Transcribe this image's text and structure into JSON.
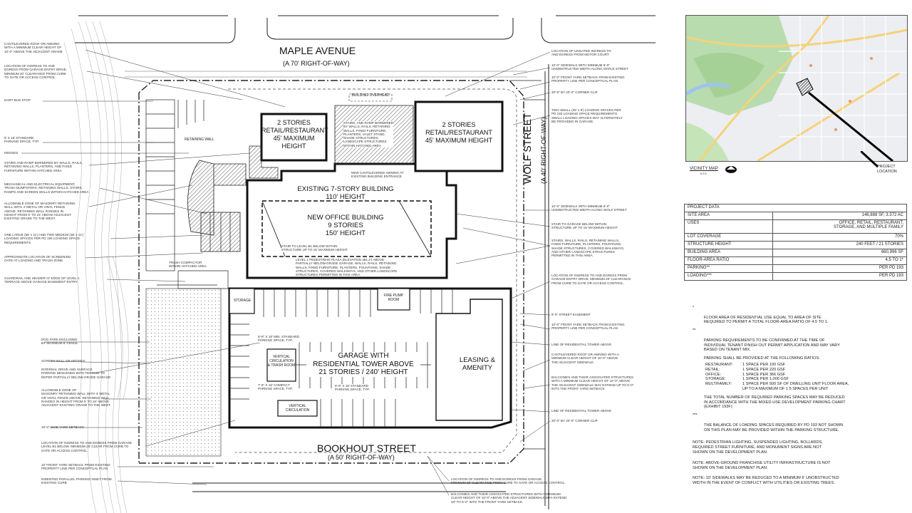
{
  "streets": {
    "maple_name": "MAPLE AVENUE",
    "maple_row": "(A 70' RIGHT-OF-WAY)",
    "wolf_name": "WOLF STREET",
    "wolf_row": "(A 40' RIGHT-OF-WAY)",
    "bookhout_name": "BOOKHOUT STREET",
    "bookhout_row": "(A 50' RIGHT-OF-WAY)"
  },
  "buildings": {
    "retail_west": "2 STORIES\nRETAIL/RESTAURANT\n45' MAXIMUM\nHEIGHT",
    "retail_east": "2 STORIES\nRETAIL/RESTAURANT\n45' MAXIMUM HEIGHT",
    "existing": "EXISTING 7-STORY BUILDING\n110' HEIGHT",
    "office": "NEW OFFICE BUILDING\n9 STORIES\n150' HEIGHT",
    "garage": "GARAGE WITH\nRESIDENTIAL TOWER ABOVE\n21 STORIES / 240' HEIGHT",
    "leasing": "LEASING &\nAMENITY",
    "storage": "STORAGE",
    "fire_pump": "FIRE PUMP\nROOM",
    "vert_circ_trash": "VERTICAL\nCIRCULATION\n& TRASH ROOM",
    "vert_circ": "VERTICAL\nCIRCULATION",
    "overhead": "BUILDING OVERHEAD",
    "retaining_wall": "RETAINING WALL",
    "hatch_note": "STAIRS, AND RAMP BORDERED\nBY WALLS, RAILS, RETAINING\nWALLS, FIXED FURNITURE,\nPLANTERS, VALET STAND,\nSHADE STRUCTURES,\nLANDSCAPE STRUCTURES\nWITHIN HATCHED AREA",
    "awning": "NEW CANTILEVERED AWNING AT\nEXISTING BUILDING ENTRANCE",
    "std_space": "8'-6\" X 18' MIN. STANDARD\nPARKING SPACE, TYP.",
    "compact": "7'-6\" X 16' COMPACT\nPARKING SPACE, TYP.",
    "std_space2": "9'-0\" X 18' STANDARD\nPARKING SPACE, TYP.",
    "trash_compactor": "TRASH COMPACTOR\nWITHIN HATCHED AREA",
    "stair_b1": "STAIR TO LEVEL B1 BELOW WITHIN\nSTRUCTURE UP TO 15' MAXIMUM HEIGHT",
    "plaza": "LEVEL 1 PEDESTRIAN PLAZA (ELEVATION 481.2') ABOVE\nPARTIALLY BELOW-GRADE GARAGE. WALLS, RAILS, RETAINING\nWALLS, FIXED FURNITURE, PLANTERS, FOUNTAINS, SHADE\nSTRUCTURES, COVERED WALKWAYS, AND OTHER LANDSCAPE\nSTRUCTURES PERMITTED IN THIS AREA."
  },
  "left_labels": [
    "CANTILEVERED ROOF OR AWNING\nWITH A MINIMUM CLEAR HEIGHT OF\n10'-0\" ABOVE THE ADJACENT GRADE",
    "LOCATION OF INGRESS TO AND\nEGRESS FROM GARAGE ENTRY DRIVE.\nMINIMUM 20' CLEARANCE FROM CURB\nTO GATE OR ACCESS CONTROL.",
    "DART BUS STOP",
    "9' X 18' STANDARD\nPARKING SPACE, TYP.",
    "HEDGES",
    "STAIRS AND RAMP BORDERED BY WALLS, RAILS,\nRETAINING WALLS, PLANTERS, AND FIXED\nFURNITURE WITHIN HATCHED AREA",
    "MECHANICAL AND ELECTRICAL EQUIPMENT,\nTRASH DUMPSTERS, RETAINING WALLS, STAIRS,\nRAMPS AND SCREEN WALLS WITHIN HATCHED AREA",
    "ALLOWABLE ZONE OF MASONRY RETAINING\nWALL WITH 4' METAL OR VINYL FENCE\nABOVE. RETAINING WALL RANGES IN\nHEIGHT FROM 5' TO 24' ABOVE ADJACENT\nEXISTING GRADE TO THE WEST.",
    "ONE LARGE (55' x 11') AND TWO MEDIUM (35' x 11')\nLOADING SPACES PER PD 193 LOADING SPACE\nREQUIREMENTS.",
    "APPROXIMATE LOCATION OF SCREENING\nGATE AT LOADING AND TRASH ZONE",
    "GUARDRAIL AND HEADER AT EDGE OF LEVEL 1\nTERRACE ABOVE GARAGE BASEMENT ENTRY",
    "DOG PARK ENCLOSED\nBY MAXIMUM 6' FENCE",
    "SCREEN WALL OR HEDGES",
    "INTERNAL DRIVE AND SURFACE\nPARKING DESCENDS WITH TERRAIN TO\nENTER PARTIALLY BELOW-GRADE GARAGE",
    "ALLOWABLE ZONE OF\nMASONRY RETAINING WALL WITH 4' METAL\nOR VINYL FENCE ABOVE. RETAINING WALL\nRANGES IN HEIGHT FROM 5' TO 24' ABOVE\nADJACENT EXISTING GRADE TO THE WEST.",
    "10'-0\" SIDE YARD SETBACK",
    "LOCATION OF INGRESS TO AND EGRESS FROM GARAGE\nLEVEL B1 BELOW. MINIMUM 20' CLEAR FROM CURB TO\nGATE OR ACCESS CONTROL.",
    "10' FRONT YARD SETBACK FROM EXISTING\nPROPERTY LINE PER CONCEPTUAL PLAN",
    "INDENTED PARALLEL PARKING INSET FROM\nEXISTING CURB"
  ],
  "right_labels": [
    "LOCATION OF UNGATED INGRESS TO\nAND EGRESS FROM MOTOR COURT",
    "10'-0\" SIDEWALK WITH MINIMUM 6'-0\"\nUNOBSTRUCTED WIDTH ALONG MAPLE STREET",
    "10'-0\" FRONT YARD SETBACK FROM EXISTING\nPROPERTY LINE PER CONCEPTUAL PLAN",
    "20'-0\" BY 20'-0\" CORNER CLIP",
    "TWO SMALL (25' x 8') LOADING SPACES PER\nPD 193 LOADING SPACE REQUIREMENTS.\nSMALL LOADING SPACES MAY ALTERNATELY\nBE PROVIDED IN GARAGE.",
    "10'-0\" SIDEWALK WITH MINIMUM 6'-0\"\nUNOBSTRUCTED WIDTH ALONG WOLF STREET",
    "STAIR TO GARAGE BELOW WITHIN\nSTRUCTURE UP TO 15' MAXIMUM HEIGHT",
    "STAIRS, WALLS, RAILS, RETAINING WALLS,\nFIXED FURNITURE, PLANTERS, FOUNTAINS,\nSHADE STRUCTURES, COVERED WALKWAYS,\nAND OTHER LANDSCAPE STRUCTURES\nPERMITTED IN THIS AREA.",
    "LOCATION OF INGRESS TO AND EGRESS FROM\nGARAGE ENTRY DRIVE. MINIMUM 20' CLEARANCE\nFROM CURB TO GATE OR ACCESS CONTROL.",
    "5'-0\" STREET EASEMENT",
    "10'-0\" FRONT YARD SETBACK FROM EXISTING\nPROPERTY LINE PER CONCEPTUAL PLAN",
    "LINE OF RESIDENTIAL TOWER ABOVE",
    "CANTILEVERED ROOF OR AWNING WITH A\nMINIMUM CLEAR HEIGHT OF 10'-0\" ABOVE\nTHE ADJACENT SIDEWALK",
    "BALCONIES AND THEIR ASSOCIATED STRUCTURES\nWITH A MINIMUM CLEAR HEIGHT OF 10'-0\" ABOVE\nTHE ADJACENT SIDEWALK MAY EXTEND UP TO 5'-0\"\nINTO THE FRONT YARD SETBACK",
    "LINE OF RESIDENTIAL TOWER ABOVE",
    "20'-0\" BY 20'-0\" CORNER CLIP"
  ],
  "bottom_labels": [
    "LOCATION OF INGRESS TO AND EGRESS FROM GARAGE.\nMINIMUM 20' CLEARANCE FROM CURB TO GATE OR ACCESS CONTROL.",
    "BALCONIES AND THEIR ASSOCIATED STRUCTURES WITH A MINIMUM\nCLEAR HEIGHT OF 10'-0\" ABOVE THE ADJACENT SIDEWALK MAY EXTEND\nUP TO 5'-0\" INTO THE FRONT YARD SETBACK."
  ],
  "vicinity": {
    "caption": "VICINITY MAP",
    "scale": "N.T.S.",
    "project_location": "PROJECT\nLOCATION"
  },
  "project_data": {
    "title": "PROJECT DATA",
    "rows": [
      {
        "k": "SITE AREA",
        "v": "146,888 SF, 3.372 AC"
      },
      {
        "k": "USES",
        "v": "OFFICE, RETAIL, RESTAURANT,\nSTORAGE, AND MULTIPLE FAMILY"
      },
      {
        "k": "LOT COVERAGE",
        "v": "70%"
      },
      {
        "k": "STRUCTURE HEIGHT",
        "v": "240 FEET / 21 STORIES"
      },
      {
        "k": "BUILDING AREA",
        "v": "660,996 SF"
      },
      {
        "k": "FLOOR-AREA RATIO",
        "v": "4.5 TO 1*"
      },
      {
        "k": "PARKING**",
        "v": "PER PD 193"
      },
      {
        "k": "LOADING***",
        "v": "PER PD 193"
      }
    ]
  },
  "notes": {
    "n1_mark": "*",
    "n1": "FLOOR AREA OF RESIDENTIAL USE EQUAL TO AREA OF SITE\nREQUIRED TO PERMIT A TOTAL FLOOR-AREA RATIO OF 4.5 TO 1.",
    "n2_mark": "**",
    "n2": "PARKING REQUIREMENTS TO BE CONFIRMED AT THE TIME OF\nINDIVIDUAL TENANT FINISH OUT PERMIT APPLICATION AND MAY VARY\nBASED ON TENANT MIX.",
    "n2b": "PARKING SHALL BE PROVIDED AT THE FOLLOWING RATIOS:",
    "ratios": [
      {
        "k": "RESTAURANT:",
        "v": "1 SPACE PER 100 GSF"
      },
      {
        "k": "RETAIL:",
        "v": "1 SPACE PER 220 GSF"
      },
      {
        "k": "OFFICE:",
        "v": "1 SPACE PER 366 GSF"
      },
      {
        "k": "STORAGE:",
        "v": "1 SPACE PER 1,000 GSF"
      },
      {
        "k": "MULTIFAMILY:",
        "v": "1 SPACE PER 500 SF OF DWELLING UNIT FLOOR AREA,\nUP TO A MAXIMUM OF 1.5 SPACES PER UNIT"
      }
    ],
    "n2c": "THE TOTAL NUMBER OF REQUIRED PARKING SPACES MAY BE REDUCED\nIN ACCORDANCE WITH THE MIXED-USE DEVELOPMENT PARKING CHART\n(EXHIBIT 193F)",
    "n3_mark": "***",
    "n3": "THE BALANCE OF LOADING SPACES REQUIRED BY PD 193 NOT SHOWN\nON THIS PLAN MAY BE PROVIDED WITHIN THE PARKING STRUCTURE.",
    "f1": "NOTE: PEDESTRIAN LIGHTING, SUSPENDED LIGHTING, BOLLARDS,\nREQUIRED STREET FURNITURE, AND MONUMENT SIGNS ARE NOT\nSHOWN ON THE DEVELOPMENT PLAN.",
    "f2": "NOTE: ABOVE-GROUND FRANCHISE UTILITY INFRASTRUCTURE IS NOT\nSHOWN ON THE DEVELOPMENT PLAN.",
    "f3": "NOTE: 10' SIDEWALKS MAY BE REDUCED TO A MINIMUM 6' UNOBSTRUCTED\nWIDTH IN THE EVENT OF CONFLICT WITH UTILITIES OR EXISTING TREES."
  },
  "colors": {
    "line": "#222222",
    "hatch": "#555555",
    "map_park": "#b9dcae",
    "map_road": "#f5d27a"
  }
}
